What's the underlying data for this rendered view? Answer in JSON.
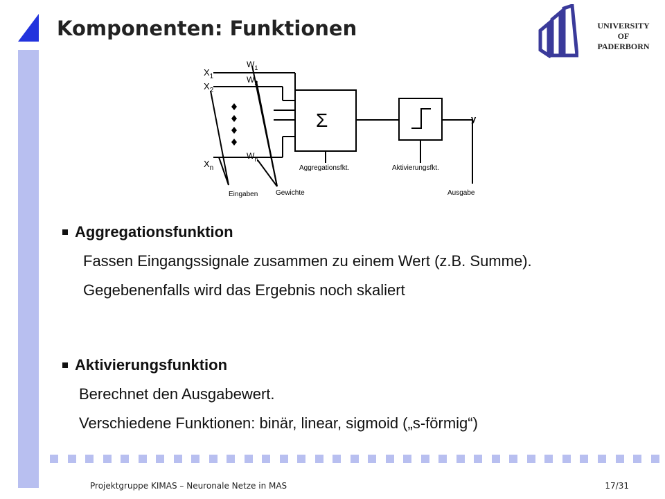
{
  "title": "Komponenten: Funktionen",
  "university": {
    "line1": "UNIVERSITY",
    "line2": "OF",
    "line3": "PADERBORN"
  },
  "diagram": {
    "input_x1": "X",
    "input_x1_sub": "1",
    "input_x2": "X",
    "input_x2_sub": "2",
    "input_xn": "X",
    "input_xn_sub": "n",
    "weight_w1": "W",
    "weight_w1_sub": "1",
    "weight_w2": "W",
    "weight_w2_sub": "2",
    "weight_wn": "W",
    "weight_wn_sub": "n",
    "sum_symbol": "Σ",
    "output_symbol": "y",
    "label_inputs": "Eingaben",
    "label_weights": "Gewichte",
    "label_aggregation": "Aggregationsfkt.",
    "label_activation": "Aktivierungsfkt.",
    "label_output": "Ausgabe"
  },
  "sections": [
    {
      "heading": "Aggregationsfunktion",
      "lines": [
        "Fassen Eingangssignale zusammen zu einem Wert (z.B. Summe).",
        "Gegebenenfalls wird das Ergebnis noch skaliert"
      ]
    },
    {
      "heading": "Aktivierungsfunktion",
      "lines": [
        "Berechnet den Ausgabewert.",
        "Verschiedene Funktionen: binär, linear, sigmoid („s-förmig“)"
      ]
    }
  ],
  "footer": {
    "text": "Projektgruppe KIMAS – Neuronale Netze in MAS",
    "page": "17/31"
  },
  "colors": {
    "accent": "#b8bff0",
    "triangle": "#2233dd",
    "logo": "#3a3a9a"
  }
}
